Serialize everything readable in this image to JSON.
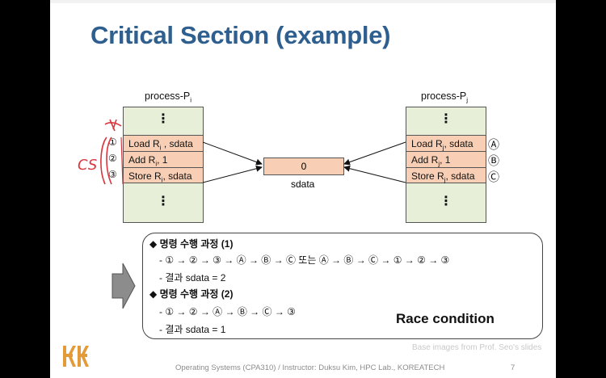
{
  "title": "Critical Section (example)",
  "process_i": {
    "label": "process-P",
    "sub": "i",
    "instructions": [
      {
        "marker": "①",
        "op": "Load R",
        "sub": "i",
        "rest": " , sdata"
      },
      {
        "marker": "②",
        "op": "Add R",
        "sub": "i",
        "rest": ", 1"
      },
      {
        "marker": "③",
        "op": "Store R",
        "sub": "i",
        "rest": ", sdata"
      }
    ]
  },
  "process_j": {
    "label": "process-P",
    "sub": "j",
    "instructions": [
      {
        "marker": "Ⓐ",
        "op": "Load R",
        "sub": "j",
        "rest": ", sdata"
      },
      {
        "marker": "Ⓑ",
        "op": "Add R",
        "sub": "j",
        "rest": ", 1"
      },
      {
        "marker": "Ⓒ",
        "op": "Store R",
        "sub": "j",
        "rest": ", sdata"
      }
    ]
  },
  "dots": "⋮",
  "sdata": {
    "value": "0",
    "label": "sdata"
  },
  "annotation": {
    "text": "CS"
  },
  "box": {
    "seq1_title": "◆ 명령 수행 과정 (1)",
    "seq1_order": "- ① → ② → ③ → Ⓐ → Ⓑ → Ⓒ 또는 Ⓐ → Ⓑ → Ⓒ → ① → ② → ③",
    "seq1_result": "- 결과 sdata = 2",
    "seq2_title": "◆ 명령 수행 과정 (2)",
    "seq2_order": "- ① → ② → Ⓐ → Ⓑ → Ⓒ → ③",
    "seq2_result": "- 결과 sdata = 1",
    "race": "Race condition"
  },
  "credit": "Base images from Prof. Seo's slides",
  "footer": "Operating Systems (CPA310) / Instructor: Duksu Kim, HPC Lab., KOREATECH",
  "page_number": "7",
  "colors": {
    "title": "#2e5f8f",
    "instruction_fill": "#f8cfb4",
    "process_fill": "#e8efd9",
    "annotation": "#d9363e"
  }
}
